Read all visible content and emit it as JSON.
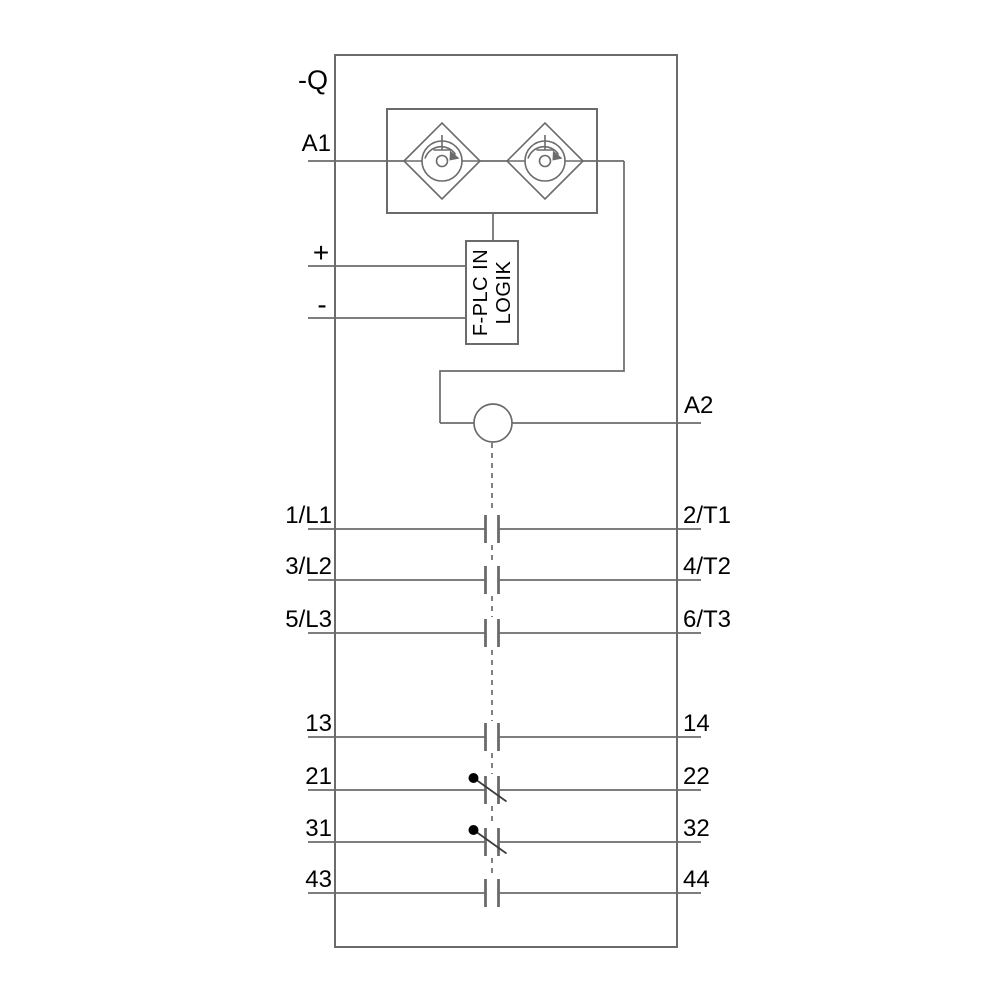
{
  "diagram": {
    "kind": "contactor-circuit-diagram",
    "device_label": "-Q",
    "coil_terminals": {
      "a1": "A1",
      "a2": "A2",
      "plus": "+",
      "minus": "-"
    },
    "logic_block": {
      "line1": "F-PLC IN",
      "line2": "LOGIK"
    },
    "contacts": {
      "rows": [
        {
          "left": "1/L1",
          "right": "2/T1",
          "type": "NO",
          "role": "main-pole"
        },
        {
          "left": "3/L2",
          "right": "4/T2",
          "type": "NO",
          "role": "main-pole"
        },
        {
          "left": "5/L3",
          "right": "6/T3",
          "type": "NO",
          "role": "main-pole"
        },
        {
          "left": "13",
          "right": "14",
          "type": "NO",
          "role": "auxiliary"
        },
        {
          "left": "21",
          "right": "22",
          "type": "NC",
          "role": "auxiliary"
        },
        {
          "left": "31",
          "right": "32",
          "type": "NC",
          "role": "auxiliary"
        },
        {
          "left": "43",
          "right": "44",
          "type": "NO",
          "role": "auxiliary"
        }
      ]
    },
    "colors": {
      "line": "#6b6b6b",
      "text": "#000000",
      "background": "#ffffff"
    }
  }
}
